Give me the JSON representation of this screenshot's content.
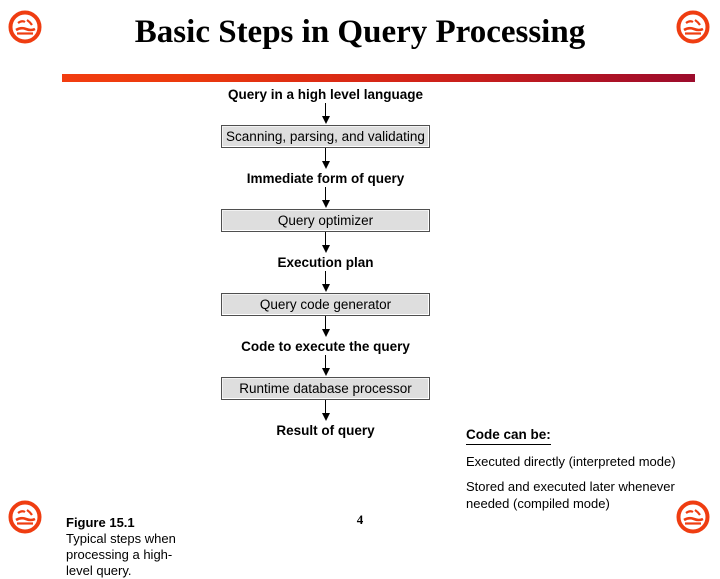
{
  "slide": {
    "page_number": "4",
    "title": "Basic Steps in Query Processing",
    "accent_left": "#f23d10",
    "accent_right": "#9c0c2c",
    "background": "#ffffff",
    "box_fill": "#dedede",
    "box_border": "#4f4f4f"
  },
  "logos": {
    "icon_name": "no-smoking-circle-icon",
    "color": "#ef3d11",
    "count": 4
  },
  "figure": {
    "caption_title": "Figure 15.1",
    "caption_text": "Typical steps when processing a high-level query.",
    "flow": [
      {
        "kind": "label",
        "text": "Query in a high level language"
      },
      {
        "kind": "box",
        "text": "Scanning, parsing, and validating"
      },
      {
        "kind": "label",
        "text": "Immediate form of query"
      },
      {
        "kind": "box",
        "text": "Query optimizer"
      },
      {
        "kind": "label",
        "text": "Execution plan"
      },
      {
        "kind": "box",
        "text": "Query code generator"
      },
      {
        "kind": "label",
        "text": "Code to execute the query"
      },
      {
        "kind": "box",
        "text": "Runtime database processor"
      },
      {
        "kind": "label",
        "text": "Result of query"
      }
    ]
  },
  "code_note": {
    "title": "Code can be:",
    "items": [
      "Executed directly (interpreted mode)",
      "Stored and executed later whenever needed (compiled mode)"
    ]
  }
}
